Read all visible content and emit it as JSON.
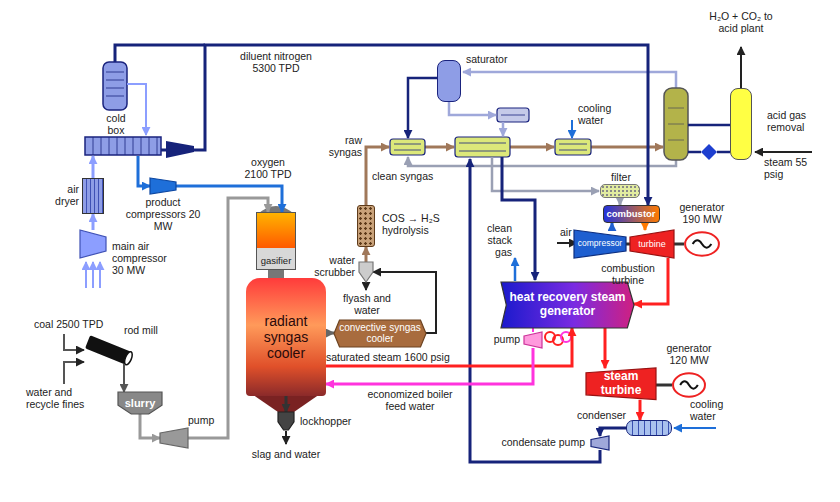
{
  "diagram": {
    "nodes": [
      {
        "text": [
          "cold box"
        ]
      },
      {
        "text": [
          "air dryer"
        ]
      },
      {
        "text": [
          "main air compressor 30 MW"
        ]
      },
      {
        "text": [
          "product compressors 20 MW"
        ]
      },
      {
        "text": [
          "gasifier"
        ]
      },
      {
        "text": [
          "radiant syngas cooler"
        ]
      },
      {
        "text": [
          "lockhopper"
        ]
      },
      {
        "text": [
          "rod mill"
        ]
      },
      {
        "text": [
          "slurry"
        ]
      },
      {
        "text": [
          "pump"
        ]
      },
      {
        "text": [
          "COS → H₂S hydrolysis"
        ]
      },
      {
        "text": [
          "water scrubber"
        ]
      },
      {
        "text": [
          "convective syngas cooler"
        ]
      },
      {
        "text": [
          "saturator"
        ]
      },
      {
        "text": [
          "acid gas removal"
        ]
      },
      {
        "text": [
          "filter"
        ]
      },
      {
        "text": [
          "combustor"
        ]
      },
      {
        "text": [
          "compressor"
        ]
      },
      {
        "text": [
          "turbine"
        ]
      },
      {
        "text": [
          "generator 190 MW"
        ]
      },
      {
        "text": [
          "heat recovery steam generator"
        ]
      },
      {
        "text": [
          "pump"
        ]
      },
      {
        "text": [
          "steam turbine"
        ]
      },
      {
        "text": [
          "generator 120 MW"
        ]
      },
      {
        "text": [
          "condenser"
        ]
      },
      {
        "text": [
          "condensate pump"
        ]
      }
    ],
    "edges": [
      {
        "from": 2,
        "to": 1,
        "arrow": "to"
      },
      {
        "from": 1,
        "to": 0,
        "arrow": "to"
      },
      {
        "from": 0,
        "to": 3,
        "arrow": "to"
      },
      {
        "from": 3,
        "to": 4,
        "arrow": "to"
      },
      {
        "from": 0,
        "to": 16,
        "arrow": "to"
      },
      {
        "from": 7,
        "to": 8,
        "arrow": "to"
      },
      {
        "from": 8,
        "to": 9,
        "arrow": "to"
      },
      {
        "from": 9,
        "to": 4,
        "arrow": "to"
      },
      {
        "from": 5,
        "to": 6,
        "arrow": "to"
      },
      {
        "from": 5,
        "to": 12,
        "arrow": "to"
      },
      {
        "from": 12,
        "to": 11,
        "arrow": "to"
      },
      {
        "from": 11,
        "to": 10,
        "arrow": "to"
      },
      {
        "from": 15,
        "to": 16,
        "arrow": "to"
      },
      {
        "from": 17,
        "to": 16,
        "arrow": "to"
      },
      {
        "from": 16,
        "to": 18,
        "arrow": "to"
      },
      {
        "from": 18,
        "to": 19,
        "arrow": "none"
      },
      {
        "from": 18,
        "to": 20,
        "arrow": "to"
      },
      {
        "from": 20,
        "to": 22,
        "arrow": "to"
      },
      {
        "from": 22,
        "to": 23,
        "arrow": "none"
      },
      {
        "from": 22,
        "to": 24,
        "arrow": "to"
      },
      {
        "from": 24,
        "to": 25,
        "arrow": "to"
      },
      {
        "from": 5,
        "to": 20,
        "arrow": "to"
      },
      {
        "from": 21,
        "to": 5,
        "arrow": "to"
      }
    ],
    "labels": [
      "diluent nitrogen 5300 TPD",
      "oxygen 2100 TPD",
      "raw syngas",
      "clean syngas",
      "cooling water",
      "H₂O + CO₂ to acid plant",
      "steam 55 psig",
      "air",
      "combustion turbine",
      "clean stack gas",
      "flyash and water",
      "saturated steam 1600 psig",
      "economized boiler feed water",
      "coal 2500 TPD",
      "water and recycle fines",
      "slag and water",
      "cooling water"
    ]
  }
}
